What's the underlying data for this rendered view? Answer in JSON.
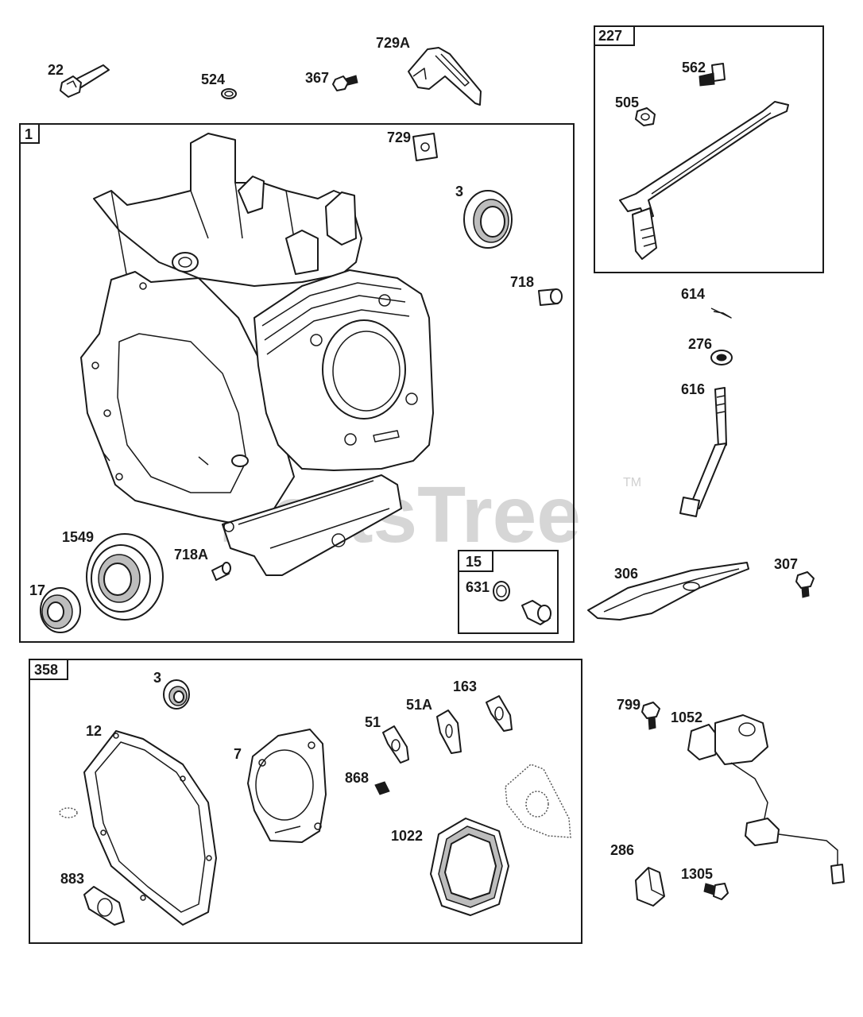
{
  "watermark": {
    "text": "PartsTree",
    "trademark": "TM"
  },
  "groups": [
    {
      "id": "g1",
      "label": "1"
    },
    {
      "id": "g227",
      "label": "227"
    },
    {
      "id": "g15",
      "label": "15"
    },
    {
      "id": "g358",
      "label": "358"
    }
  ],
  "callouts": [
    "22",
    "524",
    "367",
    "729A",
    "729",
    "3",
    "718",
    "1549",
    "718A",
    "17",
    "631",
    "562",
    "505",
    "614",
    "276",
    "616",
    "306",
    "307",
    "3",
    "12",
    "7",
    "51",
    "51A",
    "163",
    "868",
    "1022",
    "883",
    "799",
    "1052",
    "286",
    "1305"
  ]
}
